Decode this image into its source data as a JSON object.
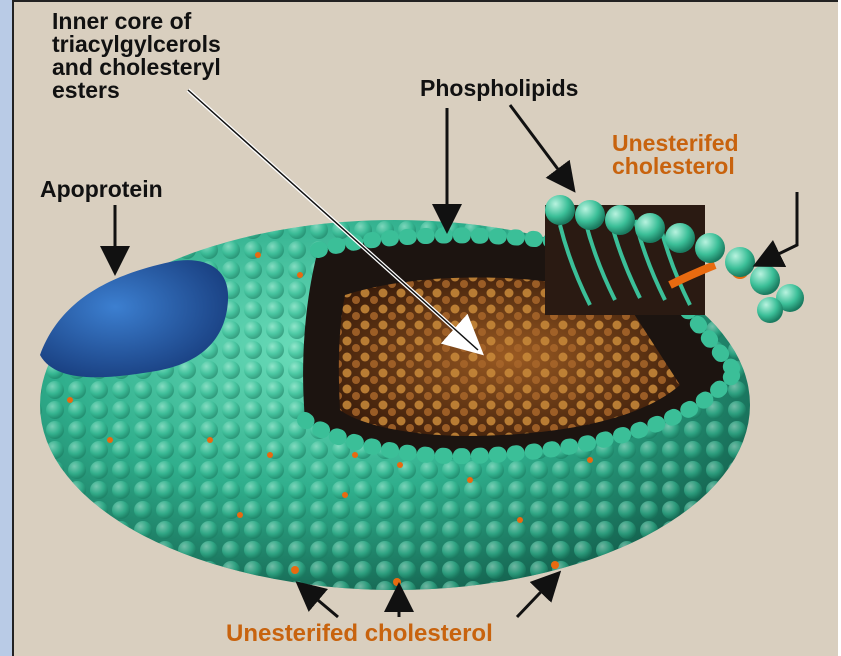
{
  "labels": {
    "core": [
      "Inner core of",
      "triacylgylcerols",
      "and cholesteryl",
      "esters"
    ],
    "phospholipids": "Phospholipids",
    "unesterified_top": [
      "Unesterifed",
      "cholesterol"
    ],
    "apoprotein": "Apoprotein",
    "unesterified_bottom": "Unesterifed cholesterol"
  },
  "colors": {
    "background": "#d9cfbf",
    "shell": "#2fae8c",
    "bead": "#5fd6b0",
    "apoprotein": "#1e4fa0",
    "core": "#6a3a1a",
    "cholesterol": "#e86a10",
    "label_dark": "#111111",
    "label_orange": "#c8630e"
  }
}
